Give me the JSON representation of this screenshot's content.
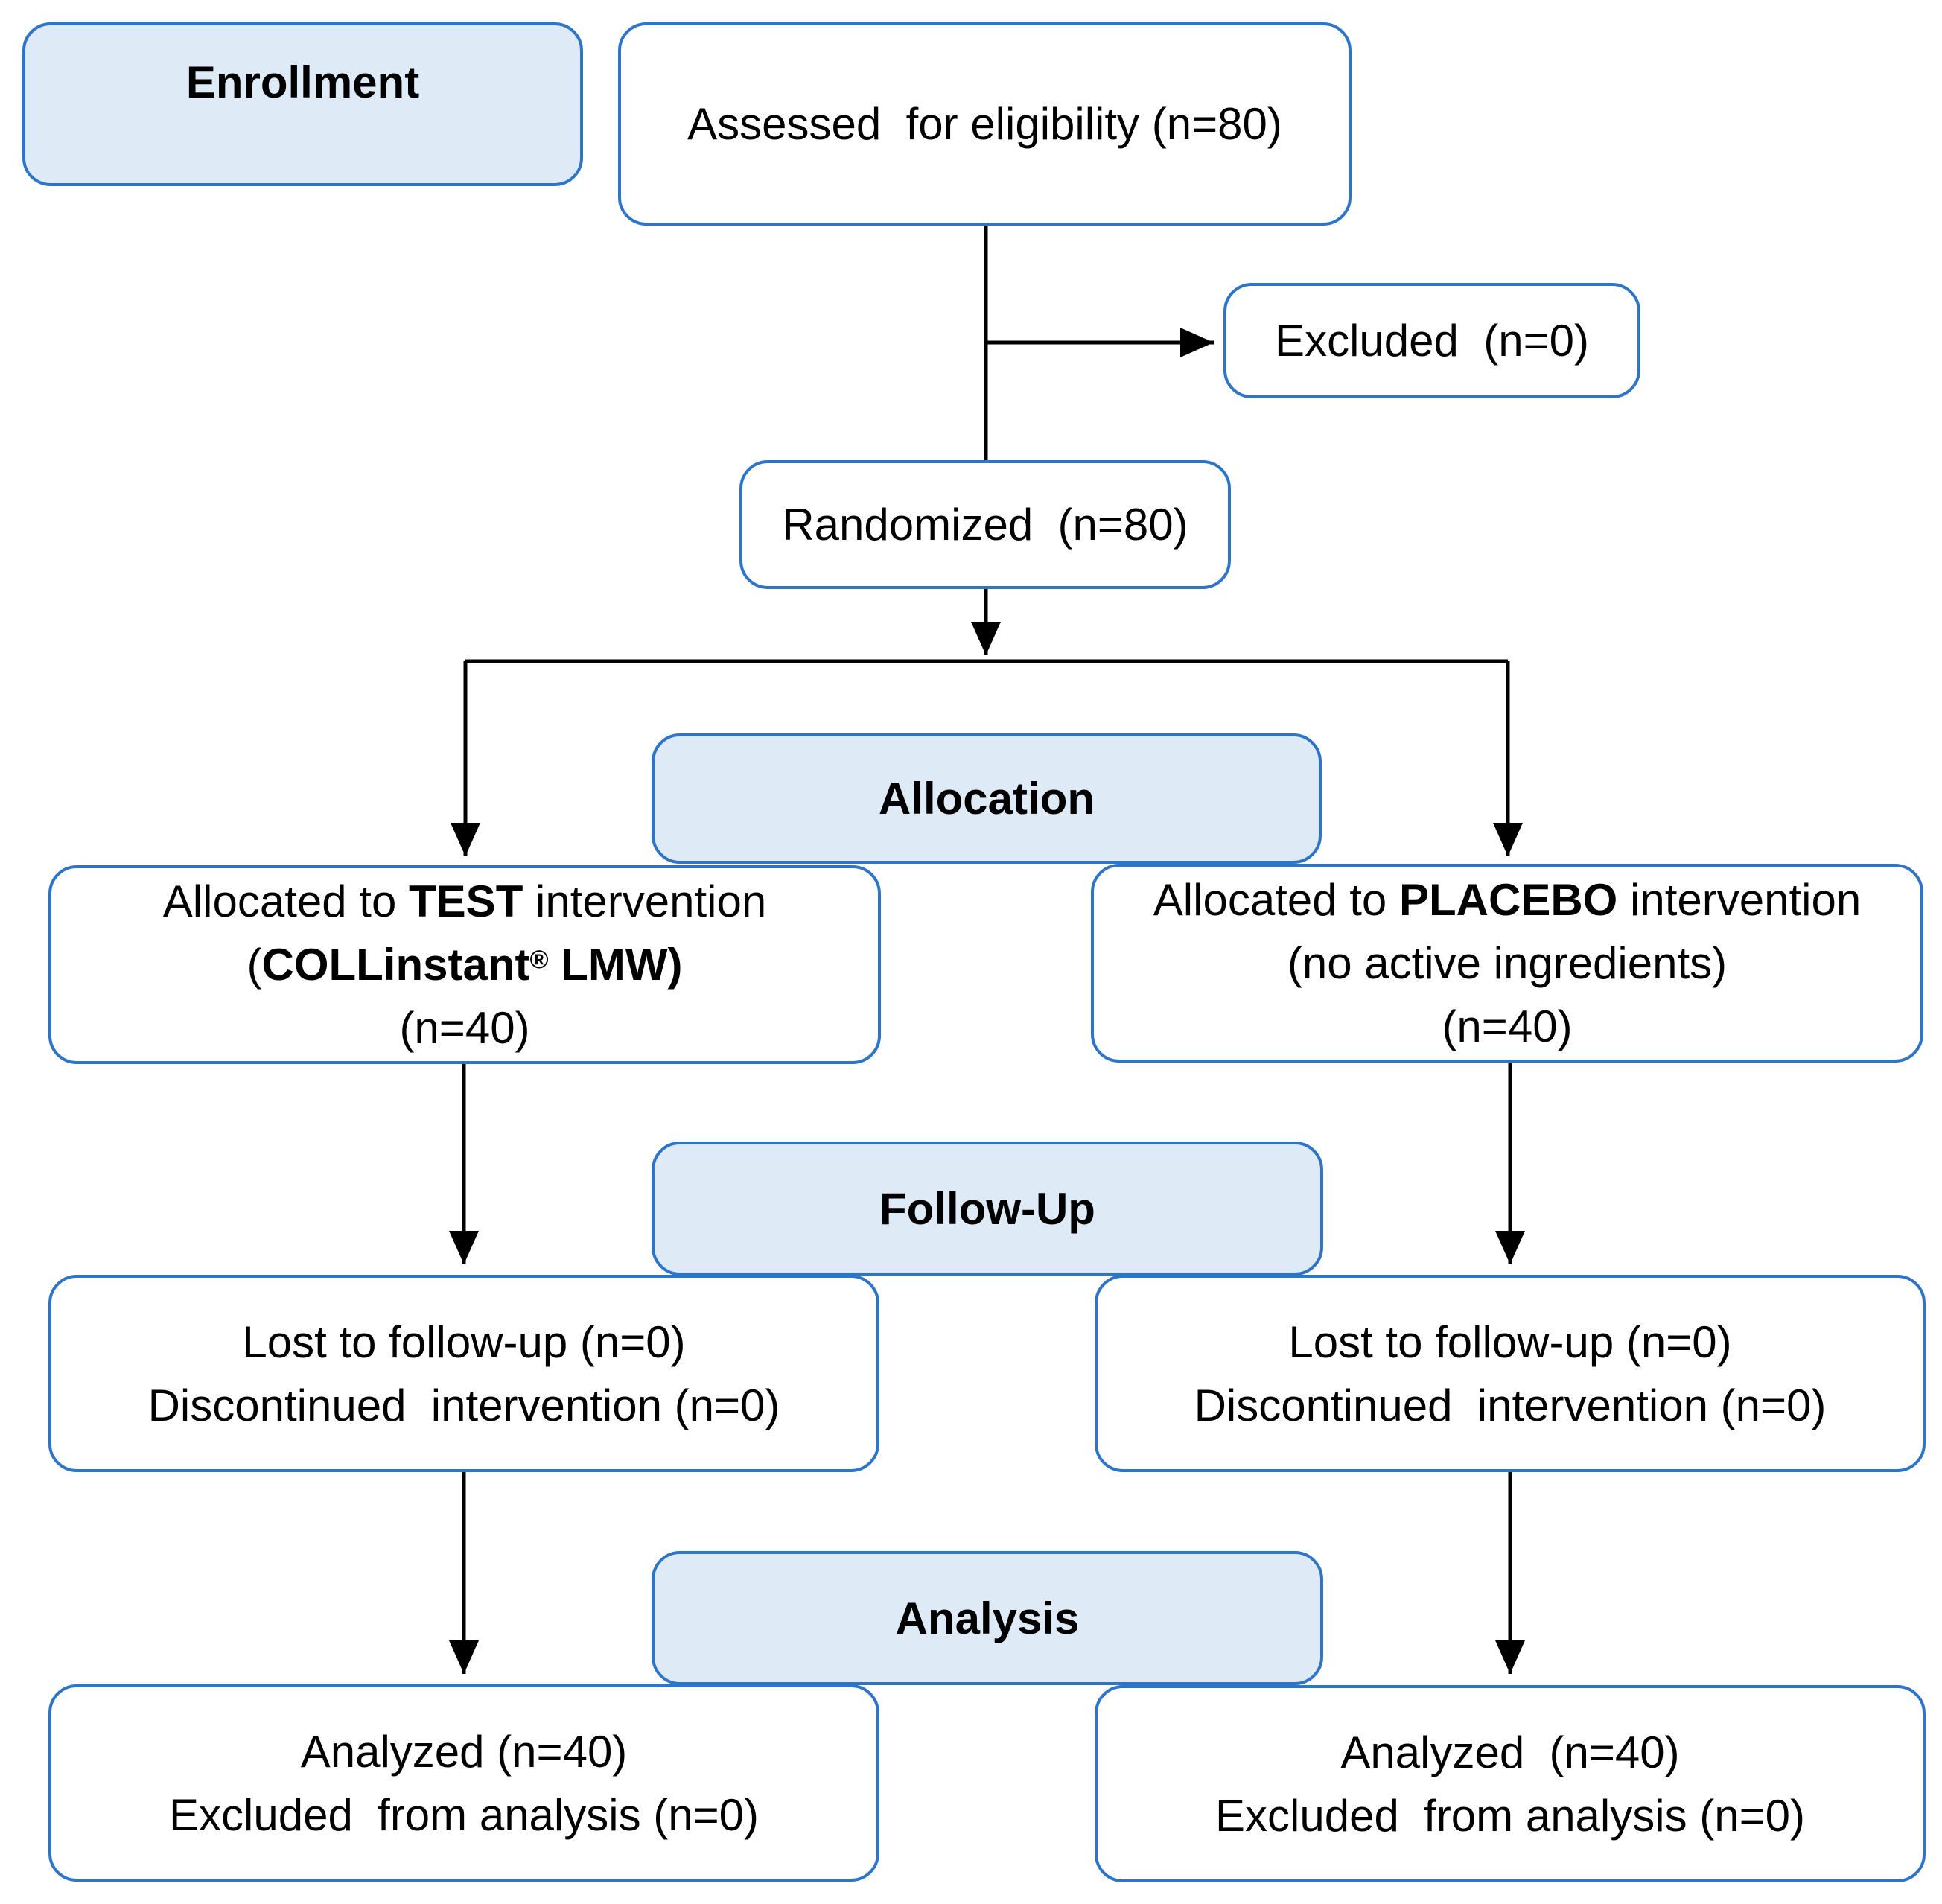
{
  "stages": {
    "enrollment": "Enrollment",
    "allocation": "Allocation",
    "follow_up": "Follow-Up",
    "analysis": "Analysis"
  },
  "assessed": "Assessed  for eligibility (n=80)",
  "excluded": "Excluded  (n=0)",
  "randomized": "Randomized  (n=80)",
  "test_arm": {
    "allocated_prefix": "Allocated to ",
    "allocated_group": "TEST",
    "allocated_suffix": " intervention",
    "product_open": "(",
    "product_name": "COLLinstant",
    "product_mark": "®",
    "product_rest": " LMW)",
    "n": "(n=40)",
    "lost": "Lost to follow-up (n=0)",
    "discontinued": "Discontinued  intervention (n=0)",
    "analyzed": "Analyzed (n=40)",
    "excluded_analysis": "Excluded  from analysis (n=0)"
  },
  "placebo_arm": {
    "allocated_prefix": "Allocated to ",
    "allocated_group": "PLACEBO",
    "allocated_suffix": " intervention",
    "detail": "(no active ingredients)",
    "n": "(n=40)",
    "lost": "Lost to follow-up (n=0)",
    "discontinued": "Discontinued  intervention (n=0)",
    "analyzed": "Analyzed  (n=40)",
    "excluded_analysis": "Excluded  from analysis (n=0)"
  },
  "colors": {
    "border": "#2e75c9",
    "stage_fill": "#deeaf6",
    "connector": "#000000"
  }
}
